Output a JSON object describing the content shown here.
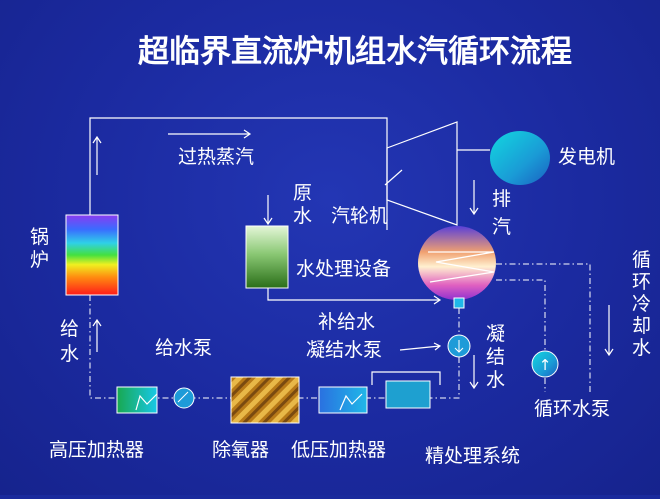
{
  "title": "超临界直流炉机组水汽循环流程",
  "labels": {
    "superheated_steam": "过热蒸汽",
    "generator": "发电机",
    "raw_water_1": "原",
    "raw_water_2": "水",
    "turbine": "汽轮机",
    "boiler_1": "锅",
    "boiler_2": "炉",
    "exhaust_1": "排",
    "exhaust_2": "汽",
    "water_treatment": "水处理设备",
    "circulating_cooling_water": [
      "循",
      "环",
      "冷",
      "却",
      "水"
    ],
    "feed_water_1": "给",
    "feed_water_2": "水",
    "makeup_water": "补给水",
    "feed_pump": "给水泵",
    "condensate_pump": "凝结水泵",
    "condensate": [
      "凝",
      "结",
      "水"
    ],
    "circulating_pump": "循环水泵",
    "hp_heater": "高压加热器",
    "deaerator": "除氧器",
    "lp_heater": "低压加热器",
    "polishing": "精处理系统"
  },
  "icons": {
    "pump_arrow": "↑"
  },
  "colors": {
    "background": "#1b2aa0",
    "line": "#ffffff",
    "generator_fill": "#22b8d8",
    "treatment_fill_top": "#d9f0c8",
    "treatment_fill_bottom": "#2e7a1e",
    "hp_heater_fill": "#1cc0a0",
    "lp_heater_fill": "#2a8fd8",
    "polishing_fill": "#1ea0d0"
  }
}
